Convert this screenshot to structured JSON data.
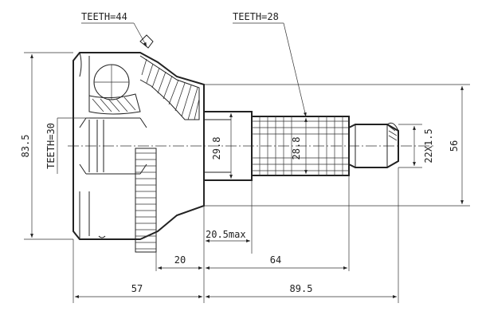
{
  "labels": {
    "teeth_outer": "TEETH=44",
    "teeth_spline": "TEETH=28",
    "teeth_abs": "TEETH=30"
  },
  "dimensions": {
    "outer_diameter": "83.5",
    "spline_diameter": "28.8",
    "shaft_diameter": "29.8",
    "thread": "22X1.5",
    "seal_diameter": "56",
    "max_length": "20.5max",
    "bell_length": "57",
    "stem_length": "89.5",
    "shoulder_length": "20",
    "spline_length": "64"
  }
}
